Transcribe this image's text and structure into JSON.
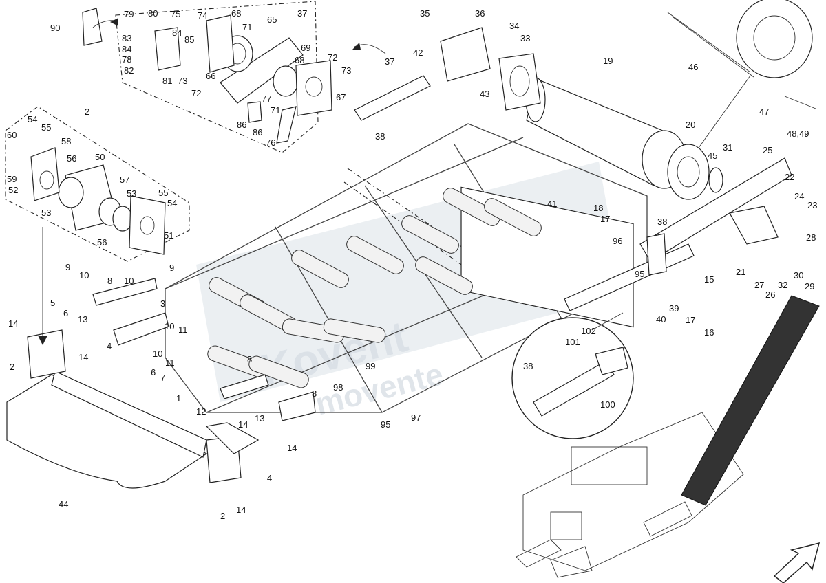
{
  "watermark": {
    "line1": "Kovent",
    "line2": "movente",
    "color": "#c9d3dc"
  },
  "callouts": [
    {
      "id": "c90",
      "text": "90"
    },
    {
      "id": "c79",
      "text": "79"
    },
    {
      "id": "c80",
      "text": "80"
    },
    {
      "id": "c75",
      "text": "75"
    },
    {
      "id": "c74",
      "text": "74"
    },
    {
      "id": "c68a",
      "text": "68"
    },
    {
      "id": "c65",
      "text": "65"
    },
    {
      "id": "c37a",
      "text": "37"
    },
    {
      "id": "c83",
      "text": "83"
    },
    {
      "id": "c84a",
      "text": "84"
    },
    {
      "id": "c84b",
      "text": "84"
    },
    {
      "id": "c85",
      "text": "85"
    },
    {
      "id": "c71a",
      "text": "71"
    },
    {
      "id": "c78",
      "text": "78"
    },
    {
      "id": "c82",
      "text": "82"
    },
    {
      "id": "c81",
      "text": "81"
    },
    {
      "id": "c73a",
      "text": "73"
    },
    {
      "id": "c72a",
      "text": "72"
    },
    {
      "id": "c66",
      "text": "66"
    },
    {
      "id": "c69",
      "text": "69"
    },
    {
      "id": "c68b",
      "text": "68"
    },
    {
      "id": "c72b",
      "text": "72"
    },
    {
      "id": "c73b",
      "text": "73"
    },
    {
      "id": "c77",
      "text": "77"
    },
    {
      "id": "c71b",
      "text": "71"
    },
    {
      "id": "c67",
      "text": "67"
    },
    {
      "id": "c86a",
      "text": "86"
    },
    {
      "id": "c86b",
      "text": "86"
    },
    {
      "id": "c76",
      "text": "76"
    },
    {
      "id": "c35",
      "text": "35"
    },
    {
      "id": "c36",
      "text": "36"
    },
    {
      "id": "c42",
      "text": "42"
    },
    {
      "id": "c37b",
      "text": "37"
    },
    {
      "id": "c34",
      "text": "34"
    },
    {
      "id": "c33",
      "text": "33"
    },
    {
      "id": "c43",
      "text": "43"
    },
    {
      "id": "c38a",
      "text": "38"
    },
    {
      "id": "c19",
      "text": "19"
    },
    {
      "id": "c46",
      "text": "46"
    },
    {
      "id": "c47",
      "text": "47"
    },
    {
      "id": "c4849",
      "text": "48,49"
    },
    {
      "id": "c20",
      "text": "20"
    },
    {
      "id": "c45",
      "text": "45"
    },
    {
      "id": "c31",
      "text": "31"
    },
    {
      "id": "c25",
      "text": "25"
    },
    {
      "id": "c22",
      "text": "22"
    },
    {
      "id": "c24",
      "text": "24"
    },
    {
      "id": "c23",
      "text": "23"
    },
    {
      "id": "c28",
      "text": "28"
    },
    {
      "id": "c2a",
      "text": "2"
    },
    {
      "id": "c54a",
      "text": "54"
    },
    {
      "id": "c55a",
      "text": "55"
    },
    {
      "id": "c60",
      "text": "60"
    },
    {
      "id": "c58",
      "text": "58"
    },
    {
      "id": "c50",
      "text": "50"
    },
    {
      "id": "c56a",
      "text": "56"
    },
    {
      "id": "c59",
      "text": "59"
    },
    {
      "id": "c52",
      "text": "52"
    },
    {
      "id": "c57",
      "text": "57"
    },
    {
      "id": "c53a",
      "text": "53"
    },
    {
      "id": "c55b",
      "text": "55"
    },
    {
      "id": "c54b",
      "text": "54"
    },
    {
      "id": "c53b",
      "text": "53"
    },
    {
      "id": "c51",
      "text": "51"
    },
    {
      "id": "c56b",
      "text": "56"
    },
    {
      "id": "c9a",
      "text": "9"
    },
    {
      "id": "c9b",
      "text": "9"
    },
    {
      "id": "c10a",
      "text": "10"
    },
    {
      "id": "c8a",
      "text": "8"
    },
    {
      "id": "c10b",
      "text": "10"
    },
    {
      "id": "c3",
      "text": "3"
    },
    {
      "id": "c5",
      "text": "5"
    },
    {
      "id": "c6a",
      "text": "6"
    },
    {
      "id": "c13a",
      "text": "13"
    },
    {
      "id": "c14a",
      "text": "14"
    },
    {
      "id": "c4a",
      "text": "4"
    },
    {
      "id": "c10c",
      "text": "10"
    },
    {
      "id": "c11a",
      "text": "11"
    },
    {
      "id": "c14b",
      "text": "14"
    },
    {
      "id": "c10d",
      "text": "10"
    },
    {
      "id": "c11b",
      "text": "11"
    },
    {
      "id": "c2b",
      "text": "2"
    },
    {
      "id": "c6b",
      "text": "6"
    },
    {
      "id": "c7",
      "text": "7"
    },
    {
      "id": "c1",
      "text": "1"
    },
    {
      "id": "c8b",
      "text": "8"
    },
    {
      "id": "c12",
      "text": "12"
    },
    {
      "id": "c8c",
      "text": "8"
    },
    {
      "id": "c13b",
      "text": "13"
    },
    {
      "id": "c14c",
      "text": "14"
    },
    {
      "id": "c14d",
      "text": "14"
    },
    {
      "id": "c44",
      "text": "44"
    },
    {
      "id": "c4b",
      "text": "4"
    },
    {
      "id": "c2c",
      "text": "2"
    },
    {
      "id": "c14e",
      "text": "14"
    },
    {
      "id": "c41",
      "text": "41"
    },
    {
      "id": "c18",
      "text": "18"
    },
    {
      "id": "c17a",
      "text": "17"
    },
    {
      "id": "c96",
      "text": "96"
    },
    {
      "id": "c38b",
      "text": "38"
    },
    {
      "id": "c95a",
      "text": "95"
    },
    {
      "id": "c15",
      "text": "15"
    },
    {
      "id": "c21",
      "text": "21"
    },
    {
      "id": "c27",
      "text": "27"
    },
    {
      "id": "c26",
      "text": "26"
    },
    {
      "id": "c32",
      "text": "32"
    },
    {
      "id": "c30",
      "text": "30"
    },
    {
      "id": "c29",
      "text": "29"
    },
    {
      "id": "c39",
      "text": "39"
    },
    {
      "id": "c40",
      "text": "40"
    },
    {
      "id": "c17b",
      "text": "17"
    },
    {
      "id": "c16",
      "text": "16"
    },
    {
      "id": "c102",
      "text": "102"
    },
    {
      "id": "c101",
      "text": "101"
    },
    {
      "id": "c38c",
      "text": "38"
    },
    {
      "id": "c100",
      "text": "100"
    },
    {
      "id": "c99",
      "text": "99"
    },
    {
      "id": "c98",
      "text": "98"
    },
    {
      "id": "c95b",
      "text": "95"
    },
    {
      "id": "c97",
      "text": "97"
    }
  ]
}
